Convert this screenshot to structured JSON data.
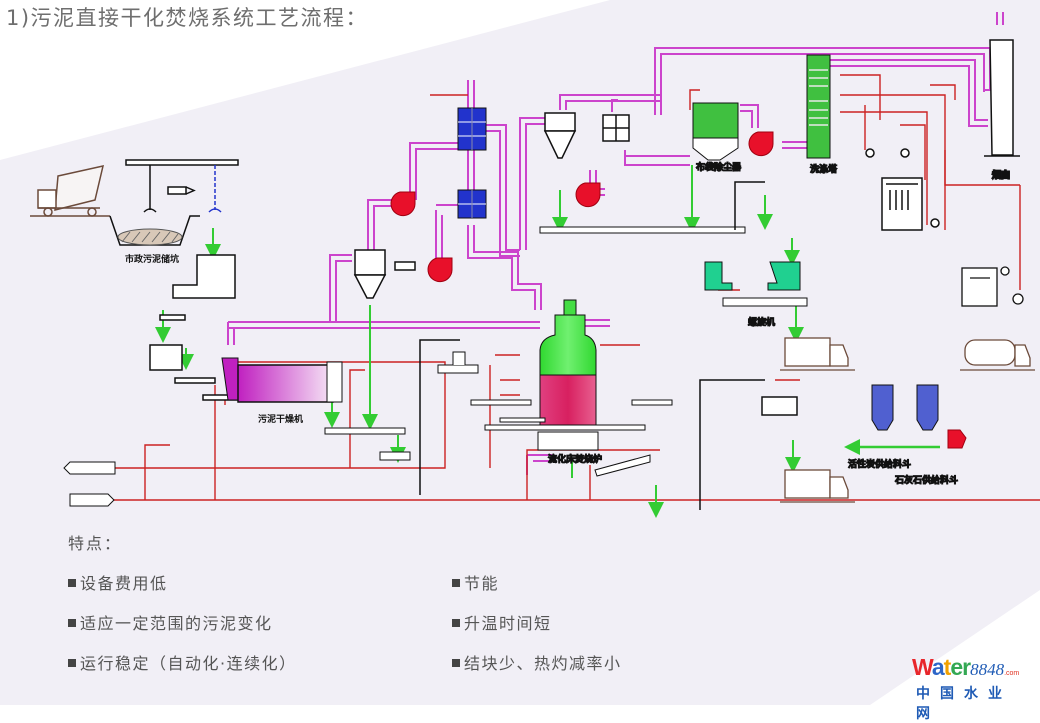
{
  "title": "1)污泥直接干化焚烧系统工艺流程：",
  "colors": {
    "background_band": "#f1eff6",
    "background_plain": "#ffffff",
    "flue_gas_pipe": "#cc44cc",
    "solid_flow": "#33cc33",
    "water_steam_pipe": "#cc2222",
    "heat_exchanger": "#2233cc",
    "fan": "#e8102a",
    "furnace_top": "#44dd44",
    "furnace_bed": "#e0306a",
    "dryer": "#d040d0",
    "bag_filter": "#40c040",
    "scrubber": "#40c040",
    "ash_silo": "#20d090",
    "hopper": "#5060d0",
    "text_gray": "#555555",
    "logo_blue": "#1f5bb5"
  },
  "diagram": {
    "labels": {
      "sludge_pit": "市政污泥储坑",
      "dryer": "污泥干燥机",
      "bag_filter": "布袋除尘器",
      "scrubber": "洗涤塔",
      "chimney": "烟囱",
      "incinerator": "流化床焚烧炉",
      "ash_conveyor": "螺旋机",
      "activated_carbon_hopper": "活性炭供给料斗",
      "limestone_hopper": "石灰石供给料斗"
    }
  },
  "features": {
    "title": "特点：",
    "items": [
      "设备费用低",
      "节能",
      "适应一定范围的污泥变化",
      "升温时间短",
      "运行稳定（自动化·连续化）",
      "结块少、热灼减率小"
    ]
  },
  "logo": {
    "brand_letters": [
      {
        "ch": "W",
        "color": "#e8262b"
      },
      {
        "ch": "a",
        "color": "#2d66c8"
      },
      {
        "ch": "t",
        "color": "#f2a100"
      },
      {
        "ch": "e",
        "color": "#34a853"
      },
      {
        "ch": "r",
        "color": "#34a853"
      }
    ],
    "number": "8848",
    "domain": ".com",
    "chinese_name": "中国水业网"
  }
}
